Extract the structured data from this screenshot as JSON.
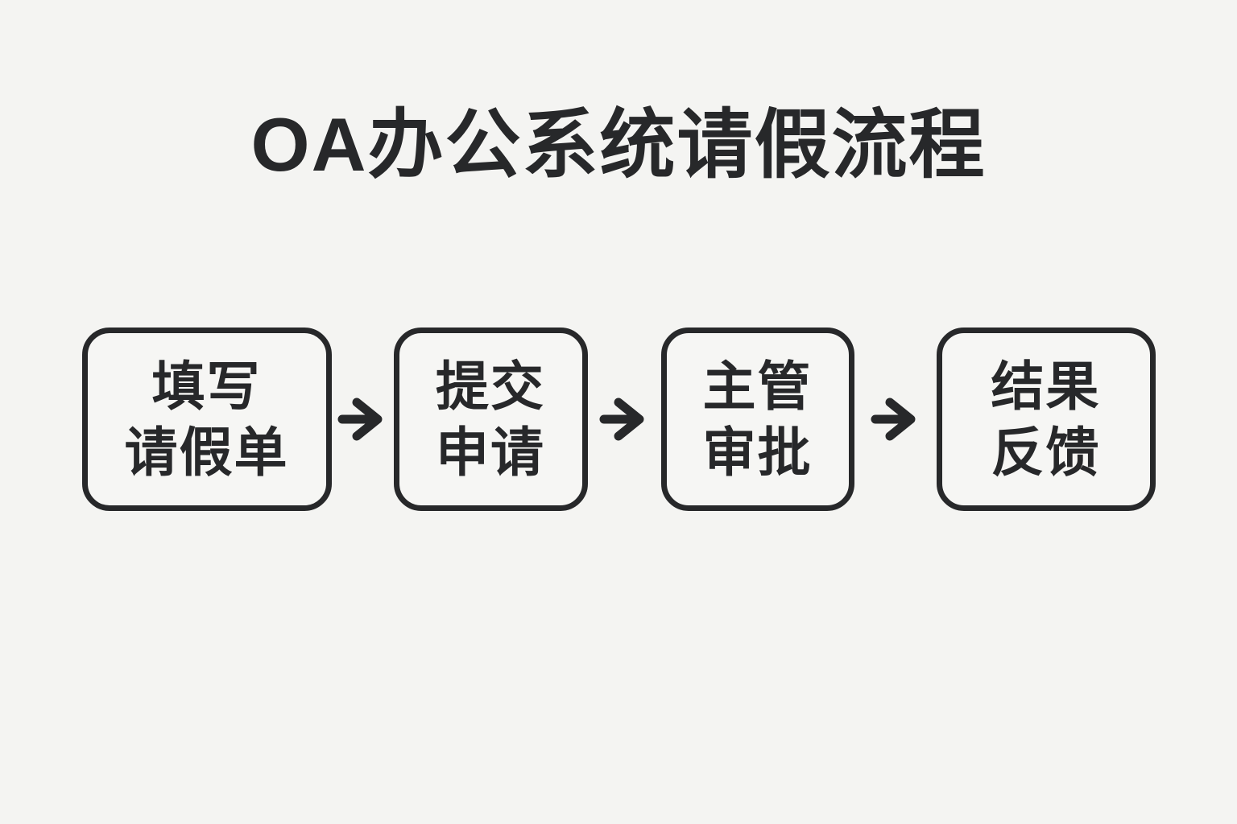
{
  "page": {
    "background_color": "#f4f4f2",
    "ink_color": "#27282a"
  },
  "title": "OA办公系统请假流程",
  "flow": {
    "steps": [
      {
        "name": "fill-leave-form",
        "line1": "填写",
        "line2": "请假单"
      },
      {
        "name": "submit-application",
        "line1": "提交",
        "line2": "申请"
      },
      {
        "name": "supervisor-approval",
        "line1": "主管",
        "line2": "审批"
      },
      {
        "name": "result-feedback",
        "line1": "结果",
        "line2": "反馈"
      }
    ],
    "connector_icon": "arrow-right-icon",
    "connector_glyph": "→"
  }
}
